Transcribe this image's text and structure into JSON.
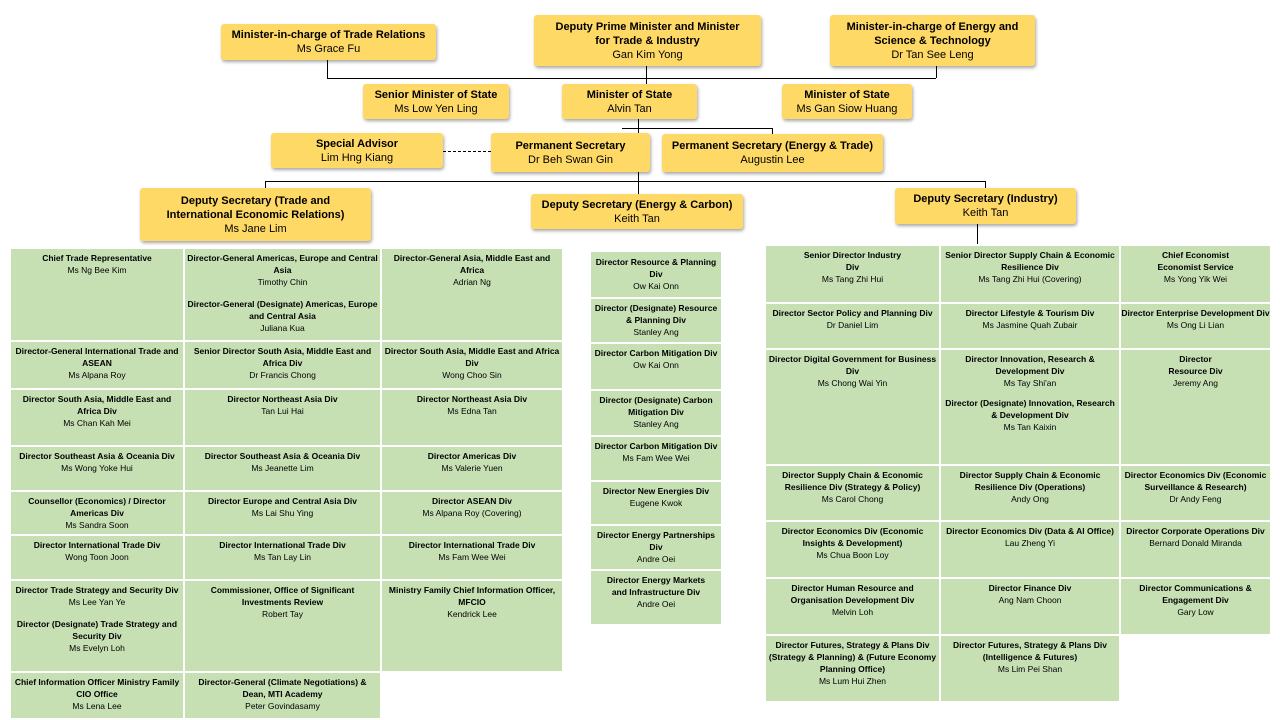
{
  "top": {
    "trade_min": {
      "title": "Minister-in-charge of Trade Relations",
      "name": "Ms Grace Fu"
    },
    "dpm": {
      "title": "Deputy Prime Minister and Minister for Trade & Industry",
      "name": "Gan Kim Yong"
    },
    "energy_min": {
      "title": "Minister-in-charge of Energy and Science & Technology",
      "name": "Dr Tan See Leng"
    },
    "senior_mos": {
      "title": "Senior Minister of State",
      "name": "Ms Low Yen Ling"
    },
    "mos": {
      "title": "Minister of State",
      "name": "Alvin Tan"
    },
    "mos2": {
      "title": "Minister of State",
      "name": "Ms Gan Siow Huang"
    },
    "special_advisor": {
      "title": "Special Advisor",
      "name": "Lim Hng Kiang"
    },
    "perm_sec": {
      "title": "Permanent Secretary",
      "name": "Dr Beh Swan Gin"
    },
    "perm_sec_et": {
      "title": "Permanent Secretary (Energy & Trade)",
      "name": "Augustin Lee"
    },
    "ds_trade": {
      "title": "Deputy Secretary (Trade and International Economic Relations)",
      "name": "Ms Jane Lim"
    },
    "ds_energy": {
      "title": "Deputy Secretary (Energy & Carbon)",
      "name": "Keith Tan"
    },
    "ds_industry": {
      "title": "Deputy Secretary (Industry)",
      "name": "Keith Tan"
    }
  },
  "trade": {
    "c1": [
      {
        "title": "Chief Trade Representative",
        "name": "Ms Ng Bee Kim"
      },
      {
        "title": "Director-General International Trade and ASEAN",
        "name": "Ms Alpana Roy"
      },
      {
        "title": "Director South Asia, Middle East and Africa Div",
        "name": "Ms Chan Kah Mei"
      },
      {
        "title": "Director Southeast Asia & Oceania Div",
        "name": "Ms Wong Yoke Hui"
      },
      {
        "title": "Counsellor (Economics) / Director Americas Div",
        "name": "Ms Sandra Soon"
      },
      {
        "title": "Director International Trade Div",
        "name": "Wong Toon Joon"
      },
      {
        "title": "Director Trade Strategy and Security Div",
        "name": "Ms Lee Yan Ye",
        "title2": "Director (Designate) Trade Strategy and Security Div",
        "name2": "Ms Evelyn Loh"
      },
      {
        "title": "Chief Information Officer Ministry Family CIO Office",
        "name": "Ms Lena Lee"
      }
    ],
    "c2": [
      {
        "title": "Director-General Americas, Europe and Central Asia",
        "name": "Timothy Chin",
        "title2": "Director-General (Designate) Americas, Europe and Central Asia",
        "name2": "Juliana Kua"
      },
      {
        "title": "Senior Director South Asia, Middle East and Africa Div",
        "name": "Dr Francis Chong"
      },
      {
        "title": "Director Northeast Asia Div",
        "name": "Tan Lui Hai"
      },
      {
        "title": "Director Southeast Asia & Oceania Div",
        "name": "Ms Jeanette Lim"
      },
      {
        "title": "Director Europe and Central Asia Div",
        "name": "Ms Lai Shu Ying"
      },
      {
        "title": "Director International Trade Div",
        "name": "Ms Tan Lay Lin"
      },
      {
        "title": "Commissioner, Office of Significant Investments Review",
        "name": "Robert Tay"
      },
      {
        "title": "Director-General (Climate Negotiations) & Dean, MTI Academy",
        "name": "Peter Govindasamy"
      }
    ],
    "c3": [
      {
        "title": "Director-General Asia, Middle East and Africa",
        "name": "Adrian Ng"
      },
      {
        "title": "Director South Asia, Middle East and Africa Div",
        "name": "Wong Choo Sin"
      },
      {
        "title": "Director Northeast Asia Div",
        "name": "Ms Edna Tan"
      },
      {
        "title": "Director Americas Div",
        "name": "Ms Valerie Yuen"
      },
      {
        "title": "Director ASEAN Div",
        "name": "Ms Alpana Roy (Covering)"
      },
      {
        "title": "Director International Trade Div",
        "name": "Ms Fam Wee Wei"
      },
      {
        "title": "Ministry Family Chief Information Officer, MFCIO",
        "name": "Kendrick Lee"
      }
    ]
  },
  "energy": [
    {
      "title": "Director Resource & Planning Div",
      "name": "Ow Kai Onn"
    },
    {
      "title": "Director (Designate) Resource & Planning Div",
      "name": "Stanley Ang"
    },
    {
      "title": "Director Carbon Mitigation Div",
      "name": "Ow Kai Onn"
    },
    {
      "title": "Director (Designate) Carbon Mitigation Div",
      "name": "Stanley Ang"
    },
    {
      "title": "Director Carbon Mitigation Div",
      "name": "Ms Fam Wee Wei"
    },
    {
      "title": "Director New Energies Div",
      "name": "Eugene Kwok"
    },
    {
      "title": "Director Energy Partnerships Div",
      "name": "Andre Oei"
    },
    {
      "title": "Director Energy Markets and Infrastructure Div",
      "name": "Andre Oei"
    }
  ],
  "industry": {
    "c1": [
      {
        "title": "Senior Director Industry Div",
        "name": "Ms Tang Zhi Hui"
      },
      {
        "title": "Director Sector Policy and Planning Div",
        "name": "Dr Daniel Lim"
      },
      {
        "title": "Director Digital Government for Business Div",
        "name": "Ms Chong Wai Yin"
      },
      {
        "title": "Director Supply Chain & Economic Resilience Div (Strategy & Policy)",
        "name": "Ms Carol Chong"
      },
      {
        "title": "Director Economics Div (Economic Insights & Development)",
        "name": "Ms Chua Boon Loy"
      },
      {
        "title": "Director Human Resource and Organisation Development Div",
        "name": "Melvin Loh"
      },
      {
        "title": "Director Futures, Strategy & Plans Div (Strategy & Planning) & (Future Economy Planning Office)",
        "name": "Ms Lum Hui Zhen"
      }
    ],
    "c2": [
      {
        "title": "Senior Director Supply Chain & Economic Resilience Div",
        "name": "Ms Tang Zhi Hui (Covering)"
      },
      {
        "title": "Director Lifestyle & Tourism Div",
        "name": "Ms Jasmine Quah Zubair"
      },
      {
        "title": "Director Innovation, Research & Development Div",
        "name": "Ms Tay Shi'an",
        "title2": "Director (Designate) Innovation, Research & Development Div",
        "name2": "Ms Tan Kaixin"
      },
      {
        "title": "Director Supply Chain & Economic Resilience Div (Operations)",
        "name": "Andy Ong"
      },
      {
        "title": "Director Economics Div (Data & AI Office)",
        "name": "Lau Zheng Yi"
      },
      {
        "title": "Director Finance Div",
        "name": "Ang Nam Choon"
      },
      {
        "title": "Director Futures, Strategy & Plans Div (Intelligence & Futures)",
        "name": "Ms Lim Pei Shan"
      }
    ],
    "c3": [
      {
        "title": "Chief Economist Economist Service",
        "name": "Ms Yong Yik Wei"
      },
      {
        "title": "Director Enterprise Development Div",
        "name": "Ms Ong Li Lian"
      },
      {
        "title": "Director Resource Div",
        "name": "Jeremy Ang"
      },
      {
        "title": "Director Economics Div (Economic Surveillance & Research)",
        "name": "Dr Andy Feng"
      },
      {
        "title": "Director Corporate Operations Div",
        "name": "Bernard Donald Miranda"
      },
      {
        "title": "Director Communications & Engagement Div",
        "name": "Gary Low"
      }
    ]
  }
}
